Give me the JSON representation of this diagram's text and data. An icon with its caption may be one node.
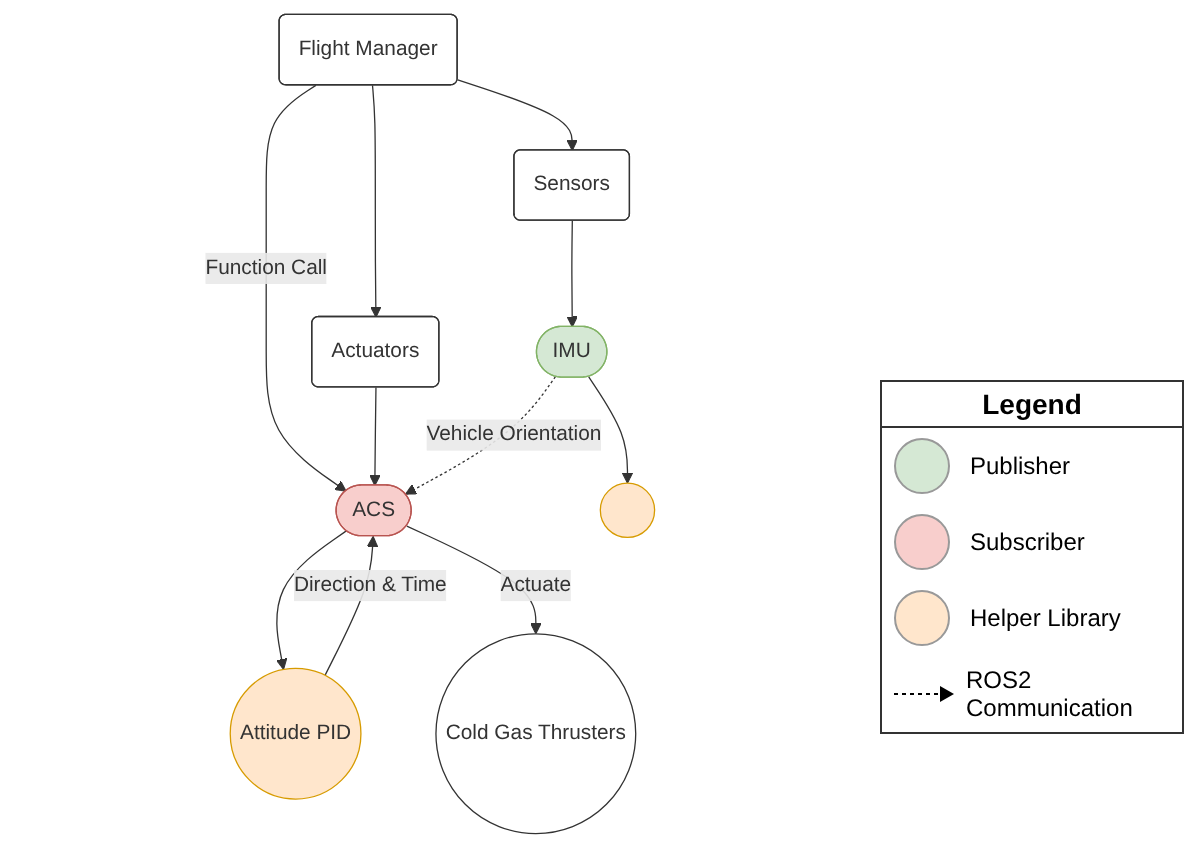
{
  "diagram": {
    "nodes": [
      {
        "text": [
          "Flight Manager"
        ]
      },
      {
        "text": [
          "Actuators"
        ]
      },
      {
        "text": [
          "Sensors"
        ]
      },
      {
        "text": [
          "ACS"
        ]
      },
      {
        "text": [
          "IMU"
        ]
      },
      {
        "text": [
          "Attitude PID"
        ]
      },
      {
        "text": [],
        "shape": "circle"
      },
      {
        "text": [
          "Cold Gas Thrusters"
        ]
      }
    ],
    "edges": [
      {
        "from": 0,
        "to": 1,
        "arrow": "to"
      },
      {
        "from": 0,
        "to": 2,
        "arrow": "to"
      },
      {
        "from": 0,
        "to": 3,
        "label": "Function Call",
        "arrow": "to"
      },
      {
        "from": 1,
        "to": 3,
        "arrow": "to"
      },
      {
        "from": 2,
        "to": 4,
        "arrow": "to"
      },
      {
        "from": 4,
        "to": 3,
        "label": "Vehicle Orientation",
        "arrow": "to",
        "style": "dashed"
      },
      {
        "from": 3,
        "to": 5,
        "arrow": "to"
      },
      {
        "from": 5,
        "to": 3,
        "label": "Direction & Time",
        "arrow": "to"
      },
      {
        "from": 3,
        "to": 7,
        "label": "Actuate",
        "arrow": "to"
      },
      {
        "from": 4,
        "to": 6,
        "arrow": "to"
      }
    ],
    "labels": [
      "Legend"
    ],
    "legend": [
      {
        "text": "Publisher",
        "color": "#d5e8d4"
      },
      {
        "text": "Subscriber",
        "color": "#f8cecc"
      },
      {
        "text": "Helper Library",
        "color": "#ffe6cc"
      },
      {
        "text": "ROS2 Communication"
      }
    ]
  }
}
